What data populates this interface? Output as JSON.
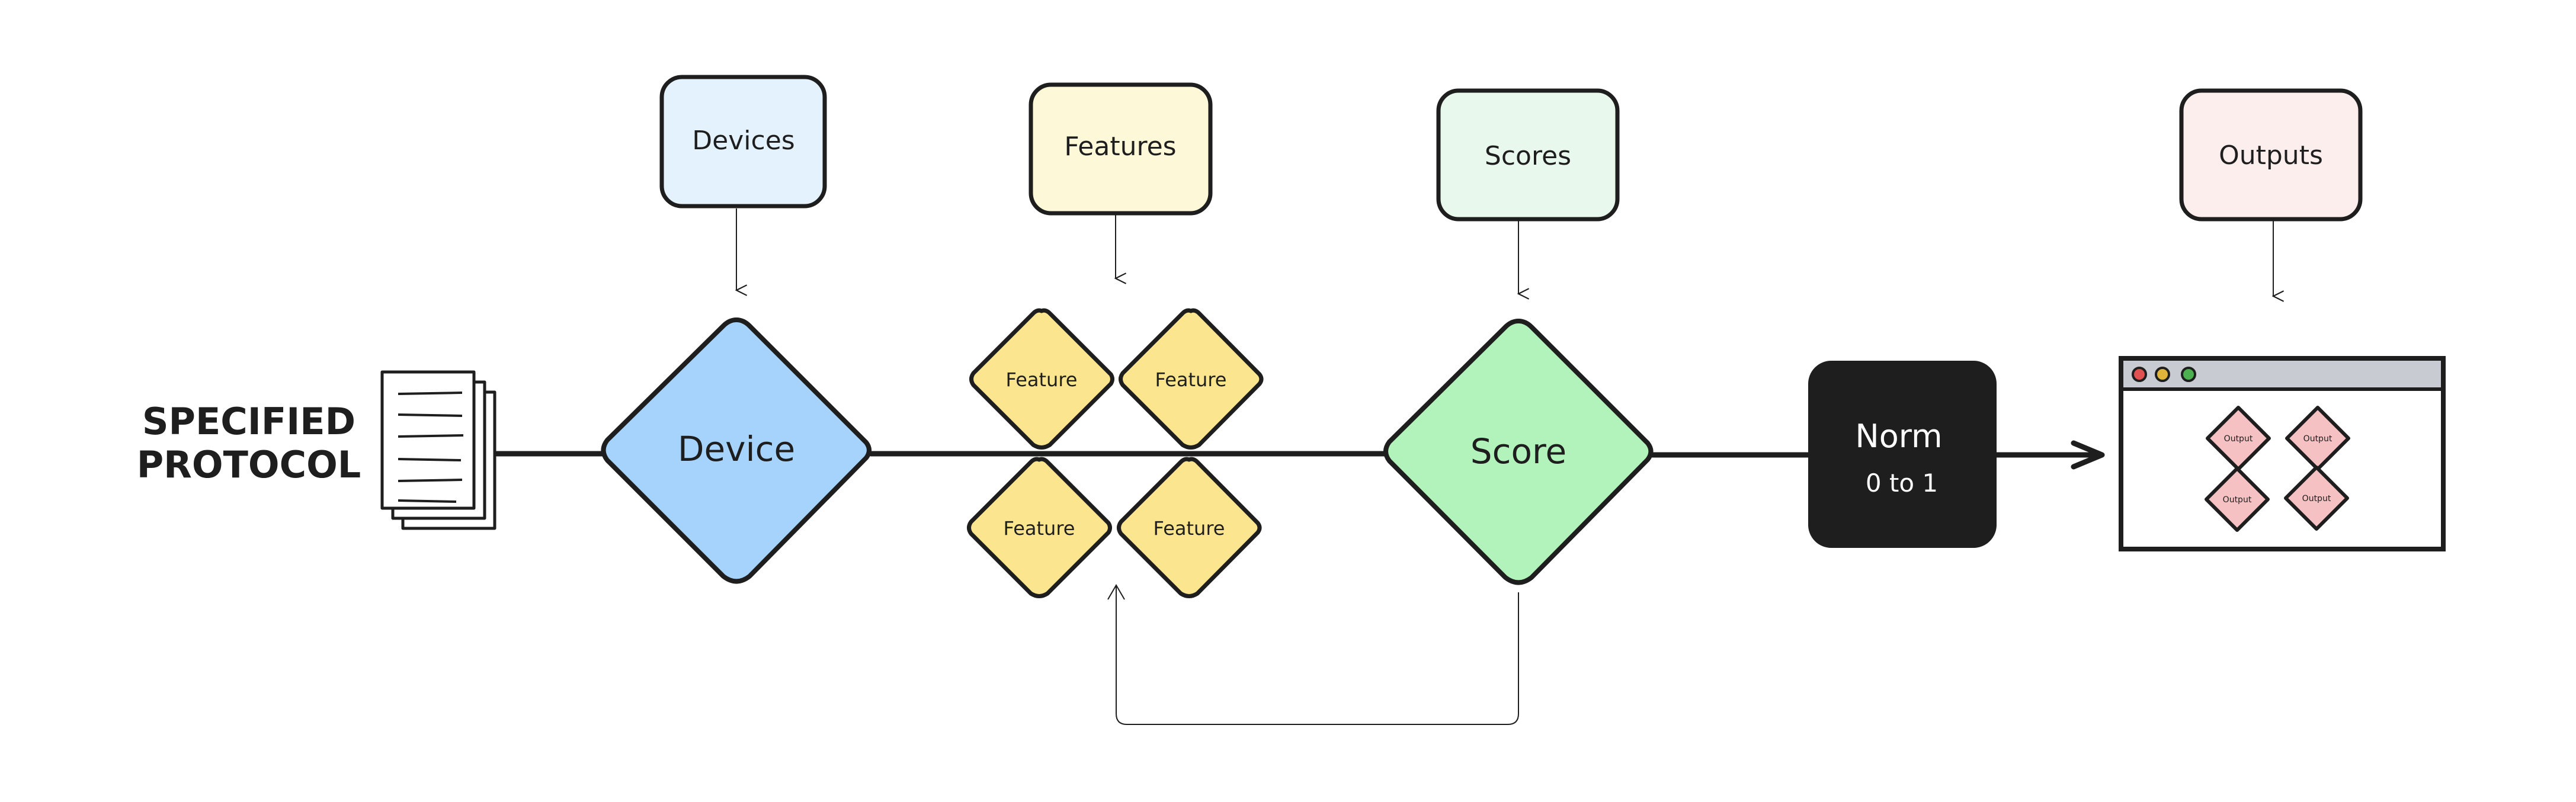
{
  "protocol": {
    "line1": "SPECIFIED",
    "line2": "PROTOCOL",
    "doc_icon": "stacked-documents-icon"
  },
  "top_labels": {
    "devices": "Devices",
    "features": "Features",
    "scores": "Scores",
    "outputs": "Outputs"
  },
  "device_node": "Device",
  "feature_nodes": [
    "Feature",
    "Feature",
    "Feature",
    "Feature"
  ],
  "score_node": "Score",
  "norm_node": {
    "title": "Norm",
    "range": "0 to 1"
  },
  "output_window": {
    "dots": [
      "#e05252",
      "#e0b43a",
      "#4caf50"
    ],
    "items": [
      "Output",
      "Output",
      "Output",
      "Output"
    ]
  },
  "colors": {
    "devices_box": "#e3f2fd",
    "features_box": "#fdf8d8",
    "scores_box": "#e8f8ec",
    "outputs_box": "#fdeeee",
    "device_fill": "#a5d3fb",
    "feature_fill": "#fbe58e",
    "score_fill": "#b2f2bb",
    "norm_fill": "#1e1e1e",
    "output_fill": "#f6c1c3",
    "window_bar": "#c8ccd2"
  }
}
